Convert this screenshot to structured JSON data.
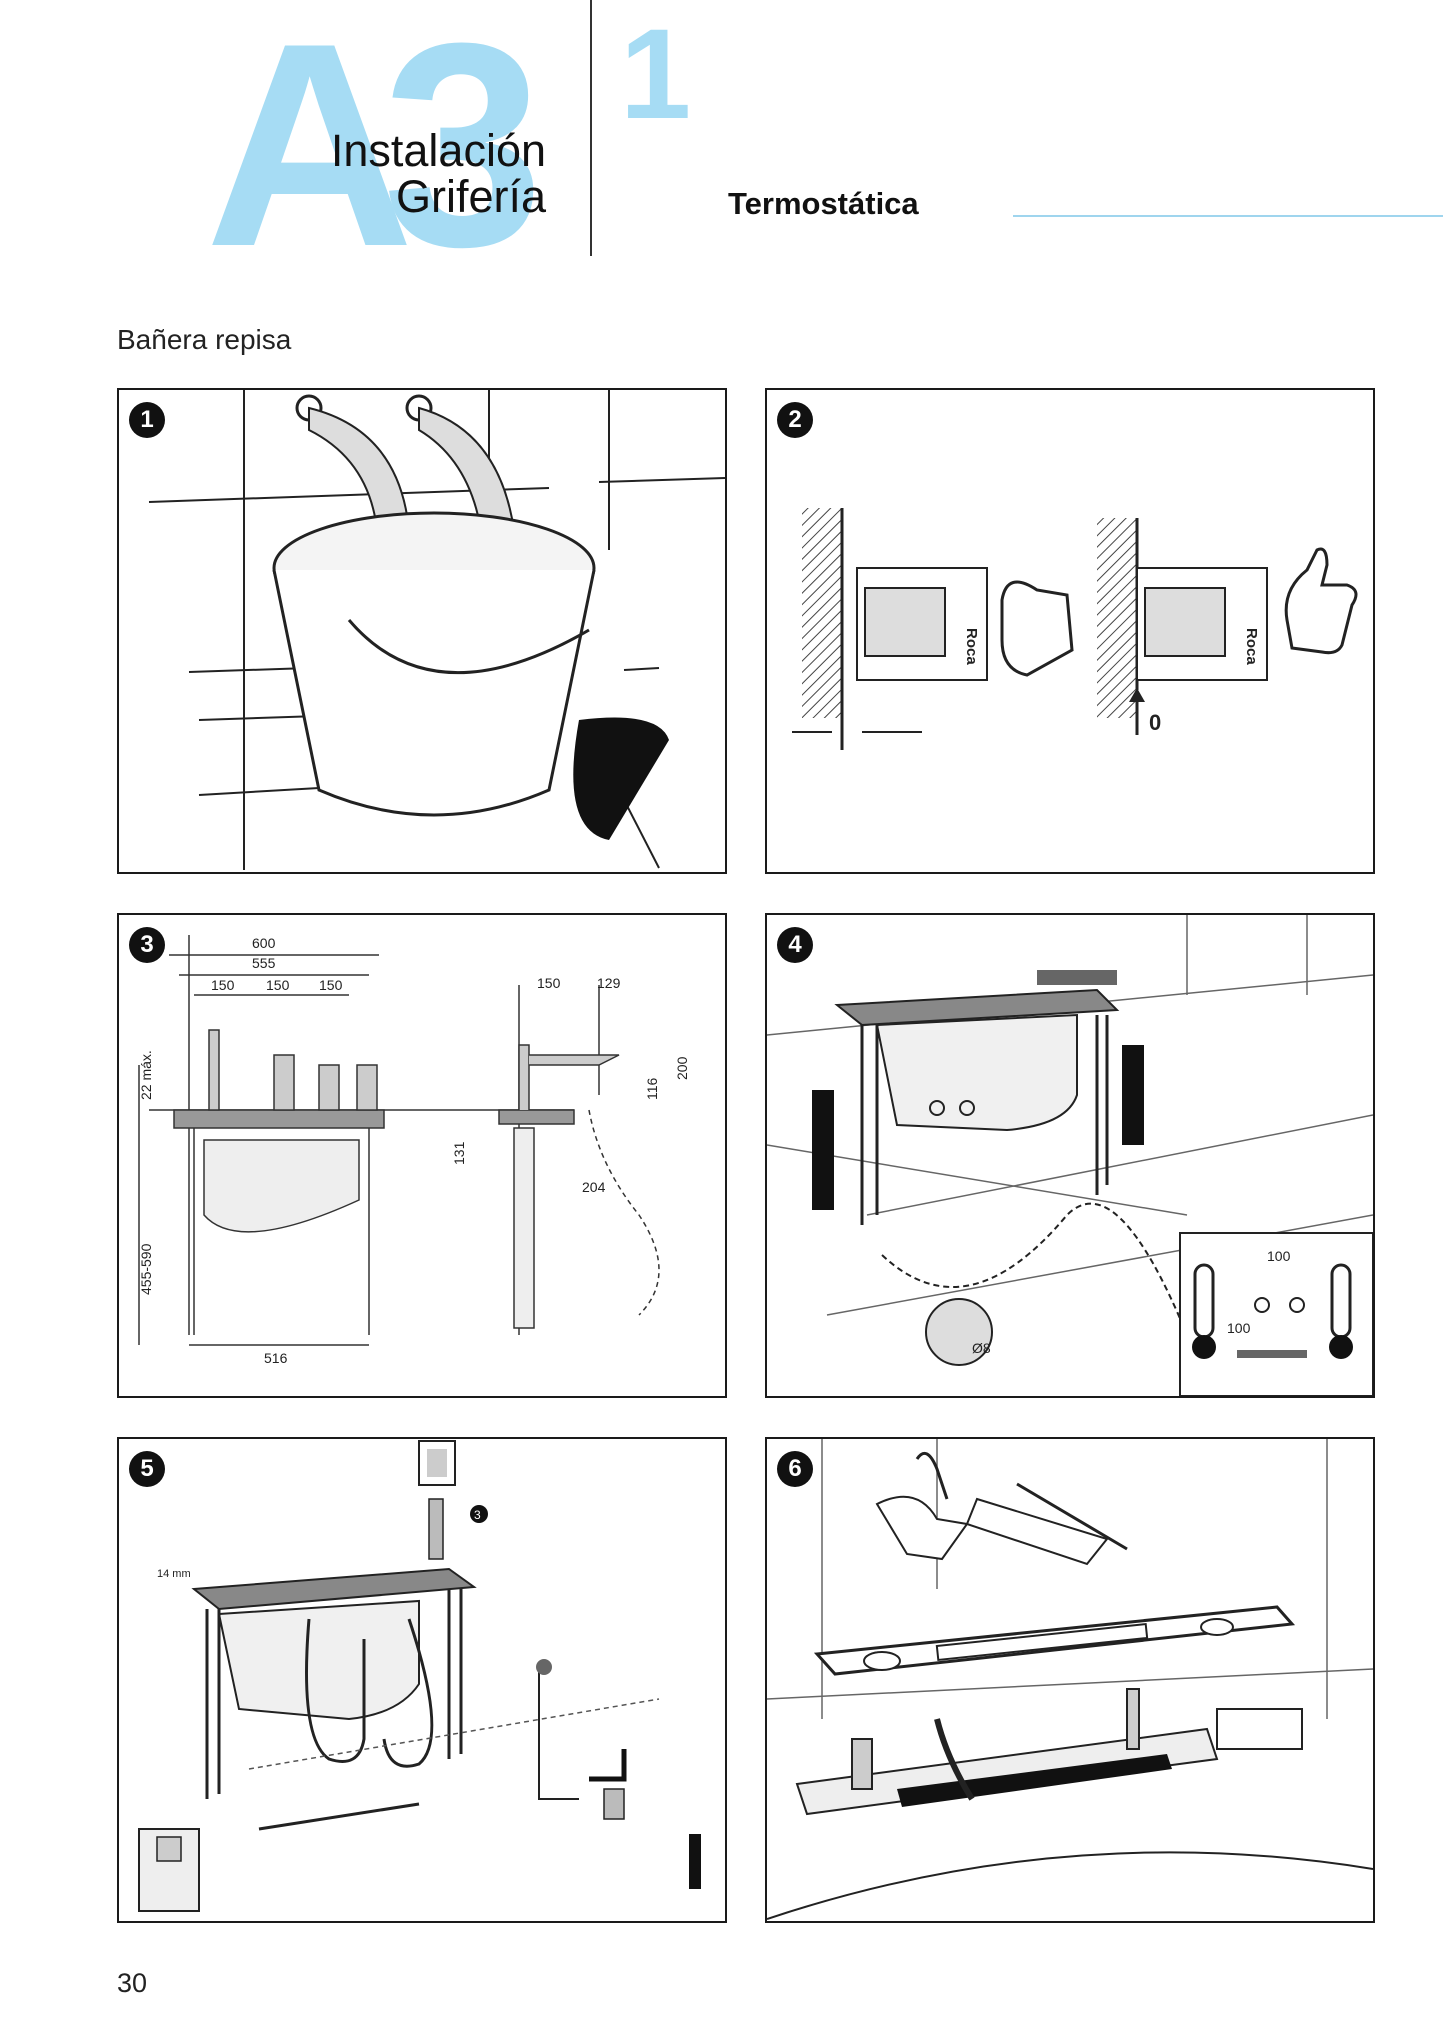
{
  "header": {
    "section_code": "A3",
    "section_title_line1": "Instalación",
    "section_title_line2": "Grifería",
    "chapter_number": "1",
    "subtitle": "Termostática"
  },
  "content": {
    "heading": "Bañera repisa"
  },
  "colors": {
    "accent": "#a6dcf4",
    "rule": "#9fd5ee"
  },
  "panels": [
    {
      "step": "1"
    },
    {
      "step": "2",
      "brand": "Roca",
      "zero_label": "0"
    },
    {
      "step": "3",
      "dims": {
        "d600": "600",
        "d555": "555",
        "d150a": "150",
        "d150b": "150",
        "d150c": "150",
        "d22": "22 máx.",
        "d455": "455-590",
        "d131": "131",
        "d516": "516",
        "d150s": "150",
        "d129": "129",
        "d116": "116",
        "d200": "200",
        "d204": "204"
      }
    },
    {
      "step": "4",
      "dims": {
        "d100h": "100",
        "d100v": "100",
        "drill": "Ø8"
      }
    },
    {
      "step": "5",
      "dims": {
        "d14": "14 mm",
        "ref": "3"
      }
    },
    {
      "step": "6"
    }
  ],
  "footer": {
    "page_number": "30"
  }
}
